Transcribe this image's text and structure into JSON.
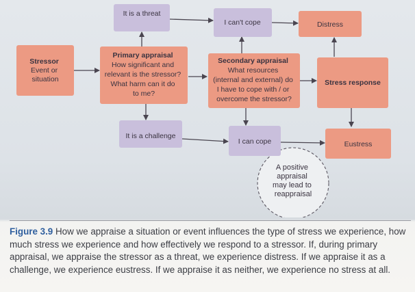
{
  "figure": {
    "nodes": {
      "stressor": {
        "title": "Stressor",
        "lines": [
          "Event or",
          "situation"
        ]
      },
      "primary": {
        "title": "Primary appraisal",
        "lines": [
          "How significant and",
          "relevant is the stressor?",
          "What harm can it do",
          "to me?"
        ]
      },
      "threat": {
        "lines": [
          "It is a threat"
        ]
      },
      "challenge": {
        "lines": [
          "It is a challenge"
        ]
      },
      "cant_cope": {
        "lines": [
          "I can't cope"
        ]
      },
      "secondary": {
        "title": "Secondary appraisal",
        "lines": [
          "What resources",
          "(internal and external) do",
          "I have to cope with / or",
          "overcome the stressor?"
        ]
      },
      "can_cope": {
        "lines": [
          "I can cope"
        ]
      },
      "distress": {
        "lines": [
          "Distress"
        ]
      },
      "stress_response": {
        "title": "Stress response"
      },
      "eustress": {
        "lines": [
          "Eustress"
        ]
      },
      "reappraisal": {
        "lines": [
          "A positive",
          "appraisal",
          "may lead to",
          "reappraisal"
        ]
      }
    },
    "colors": {
      "salmon": "#ec9a83",
      "lavender": "#c9bfdc",
      "arrow": "#4a4550",
      "caption_label": "#2f5f9e"
    }
  },
  "caption": {
    "label": "Figure 3.9",
    "text": "How we appraise a situation or event influences the type of stress we experience, how much stress we experience and how effectively we respond to a stressor. If, during primary appraisal, we appraise the stressor as a threat, we experience distress. If we appraise it as a challenge, we experience eustress. If we appraise it as neither, we experience no stress at all."
  }
}
